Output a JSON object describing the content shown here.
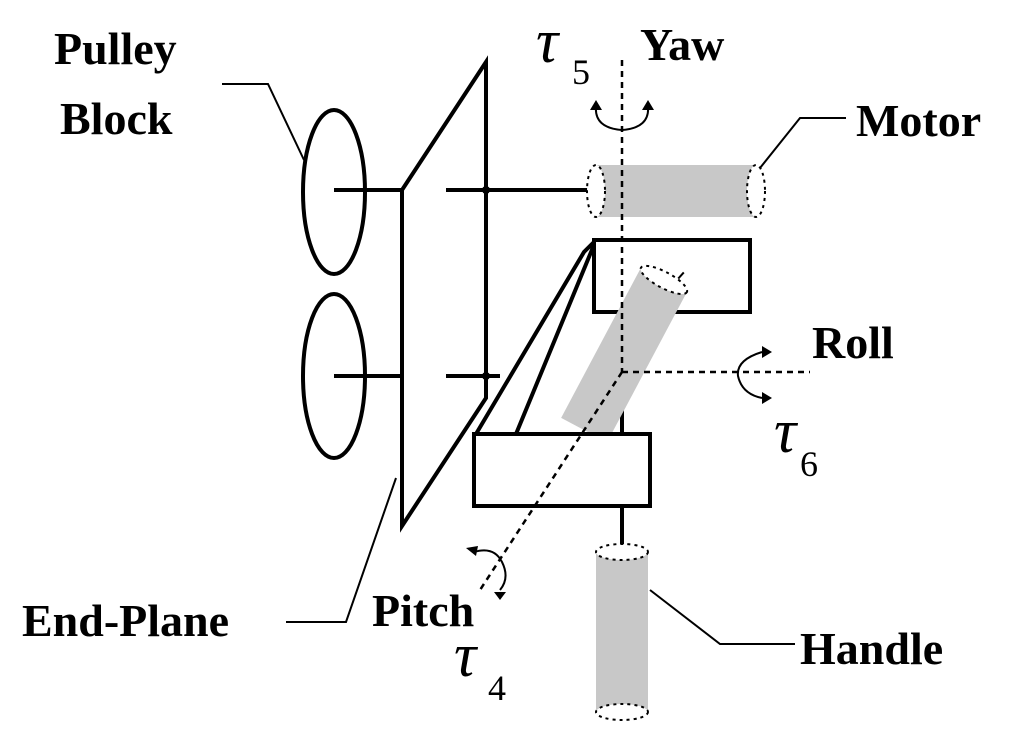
{
  "labels": {
    "pulley_line1": "Pulley",
    "pulley_line2": "Block",
    "yaw": "Yaw",
    "motor": "Motor",
    "roll": "Roll",
    "pitch": "Pitch",
    "end_plane": "End-Plane",
    "handle": "Handle"
  },
  "torques": {
    "yaw": {
      "symbol": "τ",
      "subscript": "5"
    },
    "roll": {
      "symbol": "τ",
      "subscript": "6"
    },
    "pitch": {
      "symbol": "τ",
      "subscript": "4"
    }
  },
  "colors": {
    "ink": "#000000",
    "cylinder_fill": "#c8c8c8",
    "background": "#ffffff"
  }
}
